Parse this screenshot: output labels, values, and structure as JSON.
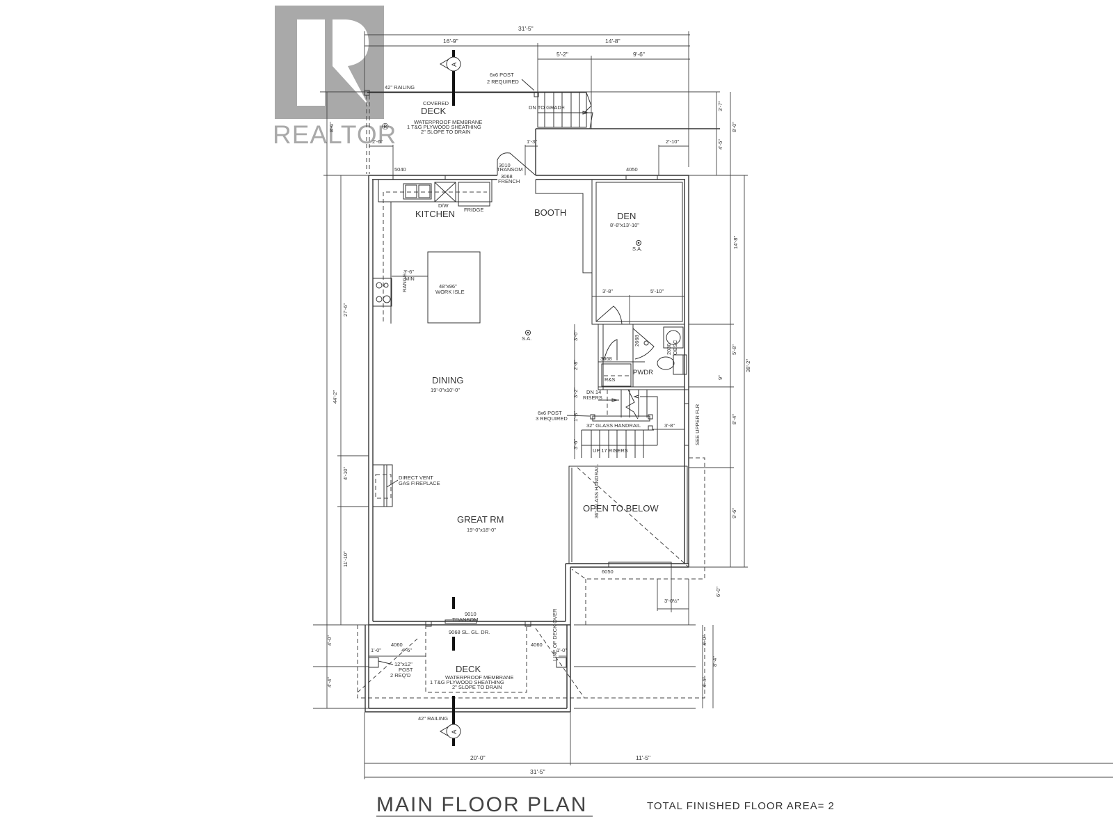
{
  "watermark": {
    "brand": "REALTOR",
    "mark": "®",
    "logo_letter": "R"
  },
  "title": "MAIN FLOOR PLAN",
  "area_label": "TOTAL FINISHED FLOOR AREA= 2",
  "rooms": {
    "kitchen": {
      "name": "KITCHEN"
    },
    "booth": {
      "name": "BOOTH"
    },
    "den": {
      "name": "DEN",
      "size": "8'-8\"x13'-10\""
    },
    "dining": {
      "name": "DINING",
      "size": "19'-0\"x10'-0\""
    },
    "great_rm": {
      "name": "GREAT RM",
      "size": "19'-0\"x18'-0\""
    },
    "pwdr": {
      "name": "PWDR"
    },
    "open_below": {
      "name": "OPEN TO BELOW"
    },
    "covered_deck": {
      "prefix": "COVERED",
      "name": "DECK",
      "notes": [
        "WATERPROOF MEMBRANE",
        "1 T&G PLYWOOD SHEATHING",
        "2\" SLOPE TO DRAIN"
      ]
    },
    "rear_deck": {
      "name": "DECK",
      "notes": [
        "WATERPROOF MEMBRANE",
        "1 T&G PLYWOOD SHEATHING",
        "2\" SLOPE TO DRAIN"
      ]
    }
  },
  "labels": {
    "railing_top": "42\" RAILING",
    "railing_bottom": "42\" RAILING",
    "post_top": [
      "6x6 POST",
      "2 REQUIRED"
    ],
    "post_stair": [
      "6x6 POST",
      "3 REQUIRED"
    ],
    "post_deck": [
      "12\"x12\"",
      "POST",
      "2 REQ'D"
    ],
    "dn_grade": "DN TO GRADE",
    "transom_3010": "3010",
    "transom_word": "TRANSOM",
    "french_3068": "3068",
    "french_word": "FRENCH",
    "win_5040": "5040",
    "win_4050": "4050",
    "win_6050": "6050",
    "win_4060_l": "4060",
    "win_4060_r": "4060",
    "dw": "D/W",
    "fridge": "FRIDGE",
    "range": "RANGE",
    "clearance": "3'-6\"",
    "clearance_min": "MIN",
    "isle_size": "48\"x96\"",
    "isle_name": "WORK ISLE",
    "sa": "S.A.",
    "door_2668": "2668",
    "door_3068": "3068",
    "rs": "R&S",
    "win_2030": "2030",
    "obsc": "OBSC",
    "dn_risers": [
      "DN 14",
      "RISERS"
    ],
    "glass_32": "32\" GLASS HANDRAIL",
    "up_risers": "UP 17 RISERS",
    "see_upper": "SEE UPPER FLR",
    "glass_36": "36\" GLASS HANDRAIL",
    "fireplace": [
      "DIRECT VENT",
      "GAS FIREPLACE"
    ],
    "transom_9010": "9010",
    "transom_9010_word": "TRANSOM",
    "slider": "9068 SL. GL. DR.",
    "line_deck": "LINE OF DECK OVER",
    "section_marker": "A"
  },
  "dimensions": {
    "top_overall": "31'-5\"",
    "top_left": "16'-9\"",
    "top_right": "14'-8\"",
    "top_5_2": "5'-2\"",
    "top_9_6": "9'-6\"",
    "deck_2_6": "2'-6\"",
    "deck_1_3": "1'-3\"",
    "deck_2_10": "2'-10\"",
    "den_3_8": "3'-8\"",
    "den_5_10": "5'-10\"",
    "bottom_20_0": "20'-0\"",
    "bottom_11_5": "11'-5\"",
    "bottom_overall": "31'-5\"",
    "left_8_0": "8'-0\"",
    "left_44_2": "44'-2\"",
    "left_27_6": "27'-6\"",
    "left_4_10": "4'-10\"",
    "left_11_10": "11'-10\"",
    "left_4_0": "4'-0\"",
    "left_4_4": "4'-4\"",
    "right_3_7": "3'-7\"",
    "right_4_5": "4'-5\"",
    "right_8_0": "8'-0\"",
    "right_14_8": "14'-8\"",
    "right_5_8": "5'-8\"",
    "right_9": "9\"",
    "right_8_4": "8'-4\"",
    "right_9_6": "9'-6\"",
    "right_38_2": "38'-2\"",
    "right_6_0": "6'-0\"",
    "right_4_0": "4'-0\"",
    "right_4_4": "4'-4\"",
    "right_8_4b": "8'-4\"",
    "stair_3_0": "3'-0\"",
    "stair_2_8": "2'-8\"",
    "stair_3_2": "3'-2\"",
    "stair_1_8": "1'-8\"",
    "stair_3_6": "3'-6\"",
    "stair_3_8": "3'-8\"",
    "bump_3_0h": "3'-0½\"",
    "deck_1_0_l": "1'-0\"",
    "deck_4_6": "4'-6\"",
    "deck_1_0_r": "1'-0\""
  }
}
